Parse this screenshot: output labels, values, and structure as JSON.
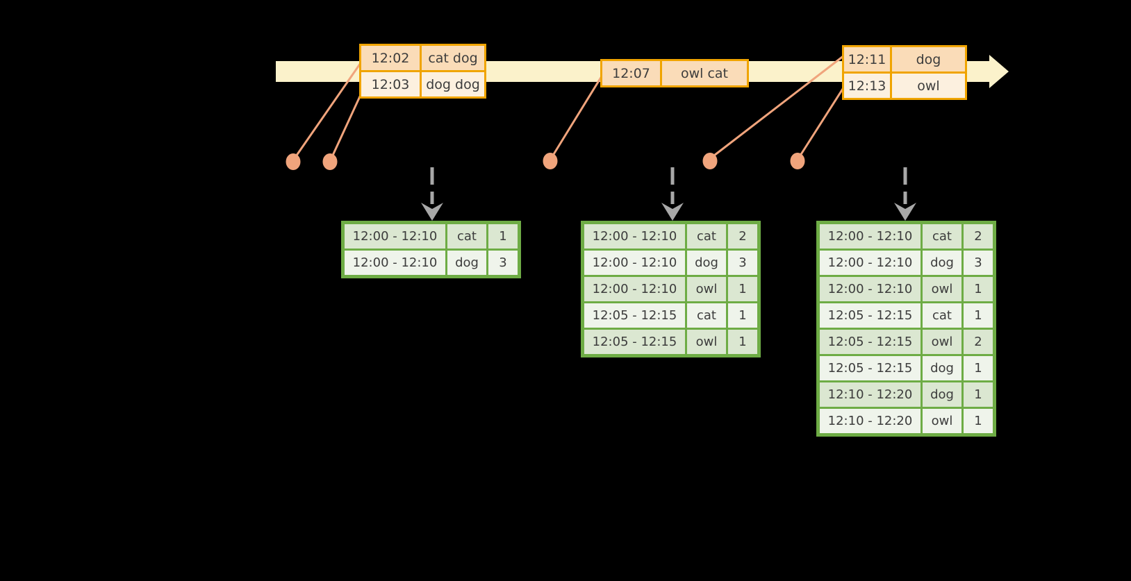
{
  "colors": {
    "background": "#000000",
    "timeline_fill": "#FBF2CB",
    "event_table_border": "#F0A400",
    "event_row_primary": "#FADCB8",
    "event_row_secondary": "#FCF0DF",
    "connector_and_dot": "#F0A47C",
    "trigger_arrow_gray": "#A8A8A8",
    "result_table_border": "#6EAC45",
    "result_row_odd": "#DBE7D1",
    "result_row_even": "#EFF4EB",
    "table_text": "#3C3C3C"
  },
  "event_tables": [
    {
      "rows": [
        {
          "time": "12:02",
          "words": "cat dog"
        },
        {
          "time": "12:03",
          "words": "dog dog"
        }
      ]
    },
    {
      "rows": [
        {
          "time": "12:07",
          "words": "owl cat"
        }
      ]
    },
    {
      "rows": [
        {
          "time": "12:11",
          "words": "dog"
        },
        {
          "time": "12:13",
          "words": "owl"
        }
      ]
    }
  ],
  "result_tables": [
    {
      "rows": [
        {
          "window": "12:00 - 12:10",
          "word": "cat",
          "count": "1"
        },
        {
          "window": "12:00 - 12:10",
          "word": "dog",
          "count": "3"
        }
      ]
    },
    {
      "rows": [
        {
          "window": "12:00 - 12:10",
          "word": "cat",
          "count": "2"
        },
        {
          "window": "12:00 - 12:10",
          "word": "dog",
          "count": "3"
        },
        {
          "window": "12:00 - 12:10",
          "word": "owl",
          "count": "1"
        },
        {
          "window": "12:05 - 12:15",
          "word": "cat",
          "count": "1"
        },
        {
          "window": "12:05 - 12:15",
          "word": "owl",
          "count": "1"
        }
      ]
    },
    {
      "rows": [
        {
          "window": "12:00 - 12:10",
          "word": "cat",
          "count": "2"
        },
        {
          "window": "12:00 - 12:10",
          "word": "dog",
          "count": "3"
        },
        {
          "window": "12:00 - 12:10",
          "word": "owl",
          "count": "1"
        },
        {
          "window": "12:05 - 12:15",
          "word": "cat",
          "count": "1"
        },
        {
          "window": "12:05 - 12:15",
          "word": "owl",
          "count": "2"
        },
        {
          "window": "12:05 - 12:15",
          "word": "dog",
          "count": "1"
        },
        {
          "window": "12:10 - 12:20",
          "word": "dog",
          "count": "1"
        },
        {
          "window": "12:10 - 12:20",
          "word": "owl",
          "count": "1"
        }
      ]
    }
  ]
}
